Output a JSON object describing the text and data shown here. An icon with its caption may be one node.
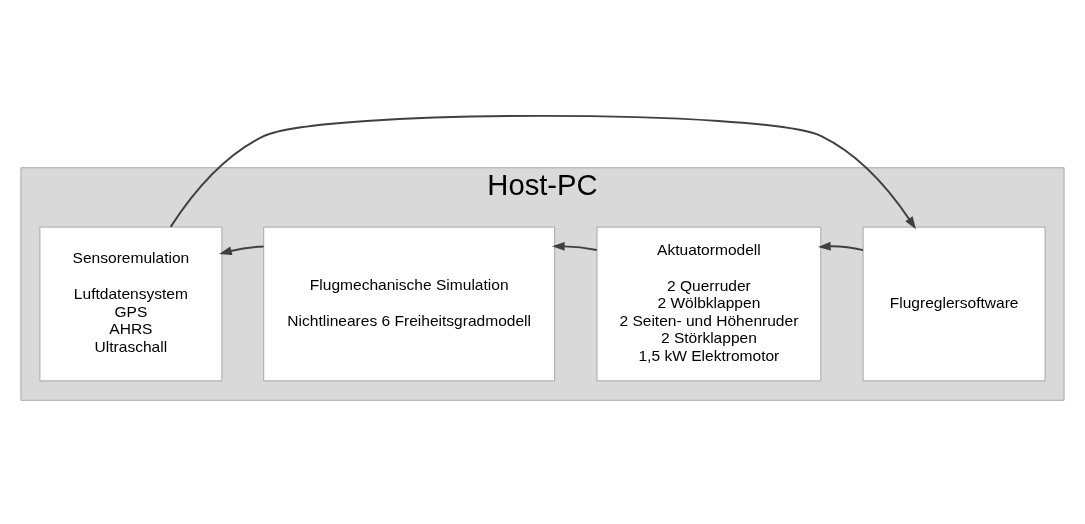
{
  "diagram": {
    "nodes": [
      {
        "text": [
          "Host-PC"
        ]
      },
      {
        "text": [
          "Sensoremulation",
          "Luftdatensystem",
          "GPS",
          "AHRS",
          "Ultraschall"
        ],
        "in": 0
      },
      {
        "text": [
          "Flugmechanische Simulation",
          "Nichtlineares 6 Freiheitsgradmodell"
        ],
        "in": 0
      },
      {
        "text": [
          "Aktuatormodell",
          "2 Querruder",
          "2 Wölbklappen",
          "2 Seiten- und Höhenruder",
          "2 Störklappen",
          "1,5 kW Elektromotor"
        ],
        "in": 0
      },
      {
        "text": [
          "Flugreglersoftware"
        ],
        "in": 0
      }
    ],
    "edges": [
      {
        "from": 2,
        "to": 1,
        "arrow": "to"
      },
      {
        "from": 3,
        "to": 2,
        "arrow": "to"
      },
      {
        "from": 1,
        "to": 4,
        "arrow": "to"
      },
      {
        "from": 4,
        "to": 3,
        "arrow": "to"
      }
    ]
  }
}
